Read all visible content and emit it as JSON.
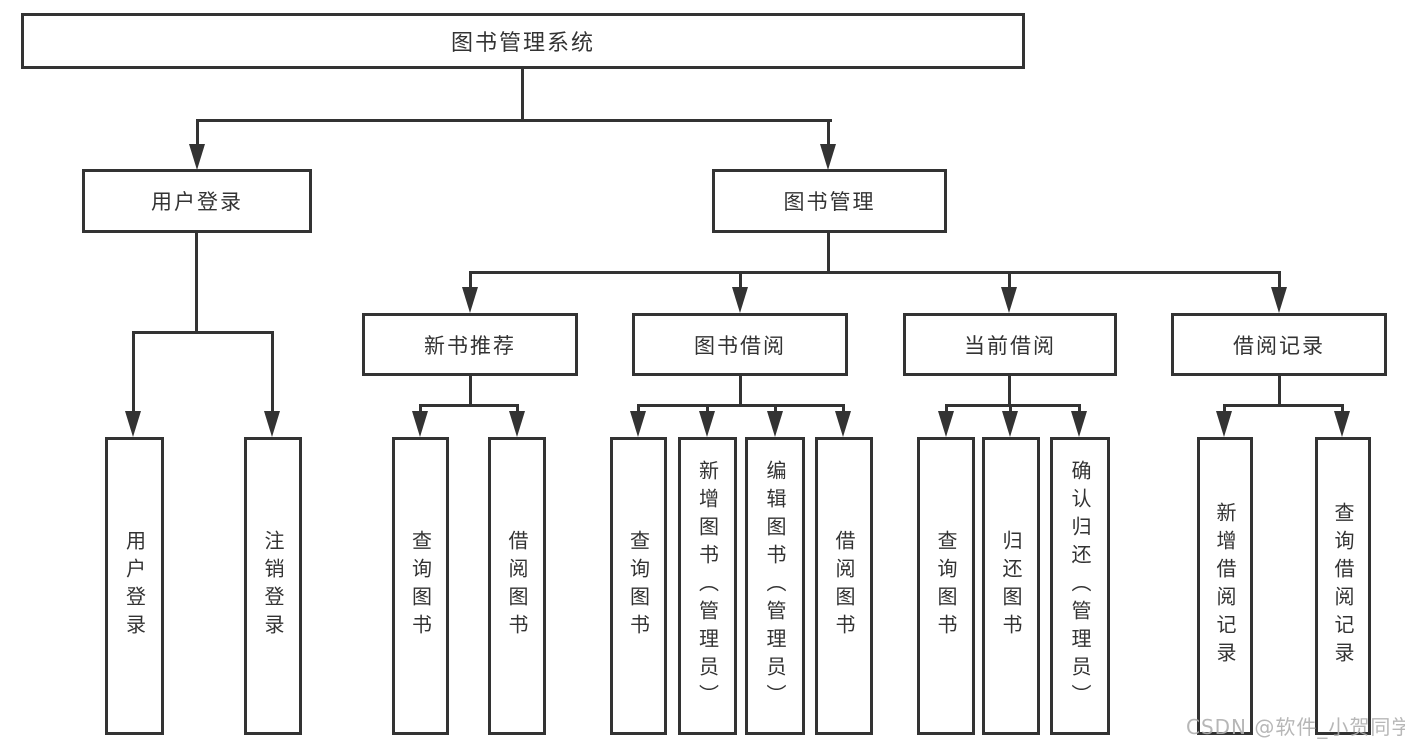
{
  "tree": {
    "root": {
      "label": "图书管理系统"
    },
    "children": [
      {
        "label": "用户登录",
        "children": [
          {
            "label": "用户登录"
          },
          {
            "label": "注销登录"
          }
        ]
      },
      {
        "label": "图书管理",
        "children": [
          {
            "label": "新书推荐",
            "children": [
              {
                "label": "查询图书"
              },
              {
                "label": "借阅图书"
              }
            ]
          },
          {
            "label": "图书借阅",
            "children": [
              {
                "label": "查询图书"
              },
              {
                "label": "新增图书（管理员）"
              },
              {
                "label": "编辑图书（管理员）"
              },
              {
                "label": "借阅图书"
              }
            ]
          },
          {
            "label": "当前借阅",
            "children": [
              {
                "label": "查询图书"
              },
              {
                "label": "归还图书"
              },
              {
                "label": "确认归还（管理员）"
              }
            ]
          },
          {
            "label": "借阅记录",
            "children": [
              {
                "label": "新增借阅记录"
              },
              {
                "label": "查询借阅记录"
              }
            ]
          }
        ]
      }
    ]
  },
  "watermark": {
    "text": "CSDN @软件_小贺同学"
  },
  "colors": {
    "line": "#333333",
    "text": "#333333",
    "watermark": "#afafaf",
    "background": "#ffffff"
  }
}
